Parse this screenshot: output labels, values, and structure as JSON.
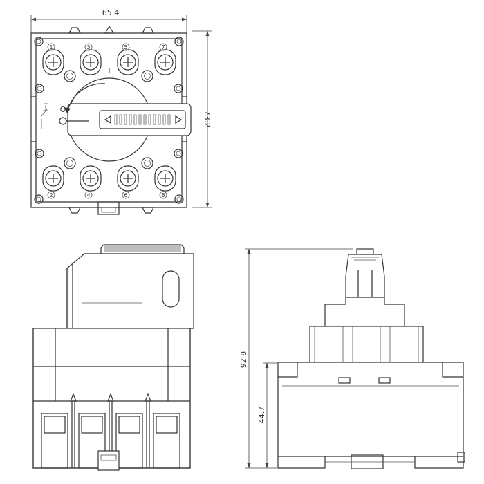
{
  "dimensions": {
    "top_width": "65.4",
    "top_height": "73.2",
    "side_total_height": "92.8",
    "side_body_height": "44.7"
  },
  "terminals": {
    "top": [
      "1",
      "3",
      "5",
      "7"
    ],
    "bottom": [
      "2",
      "4",
      "6",
      "8"
    ]
  },
  "handle_marks": {
    "on": "I",
    "off": "O"
  }
}
